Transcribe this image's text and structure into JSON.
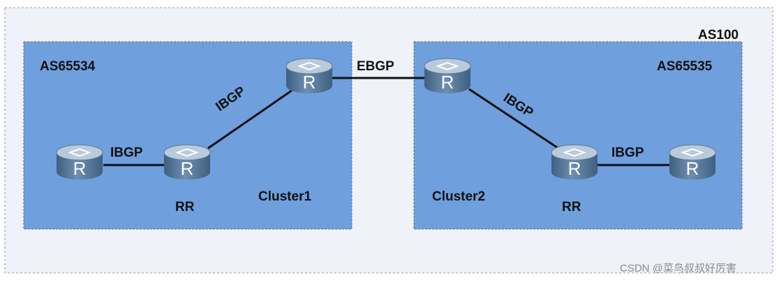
{
  "outer": {
    "label": "AS100"
  },
  "as_left": {
    "label": "AS65534",
    "cluster": "Cluster1"
  },
  "as_right": {
    "label": "AS65535",
    "cluster": "Cluster2"
  },
  "links": {
    "left_client_rr": "IBGP",
    "left_rr_border": "IBGP",
    "ebgp": "EBGP",
    "right_border_rr": "IBGP",
    "right_rr_client": "IBGP"
  },
  "rr_label": "RR",
  "router_glyph": "R",
  "watermark": "CSDN @菜鸟叔叔好厉害",
  "colors": {
    "outer_bg": "#f0f2f9",
    "as_fill": "#6f9fdd",
    "router_body": "#5d7d9e",
    "router_top": "#b7c8d8",
    "link": "#111111"
  }
}
